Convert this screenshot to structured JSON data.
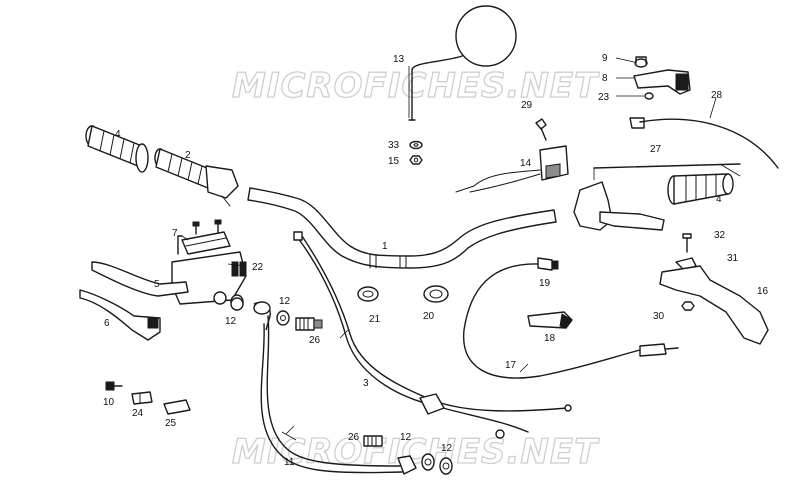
{
  "watermark": "MICROFICHES.NET",
  "callouts": [
    {
      "id": "c13",
      "text": "13"
    },
    {
      "id": "c33",
      "text": "33"
    },
    {
      "id": "c15",
      "text": "15"
    },
    {
      "id": "c9",
      "text": "9"
    },
    {
      "id": "c8",
      "text": "8"
    },
    {
      "id": "c23",
      "text": "23"
    },
    {
      "id": "c28",
      "text": "28"
    },
    {
      "id": "c29",
      "text": "29"
    },
    {
      "id": "c14",
      "text": "14"
    },
    {
      "id": "c4a",
      "text": "4"
    },
    {
      "id": "c2",
      "text": "2"
    },
    {
      "id": "c27",
      "text": "27"
    },
    {
      "id": "c4b",
      "text": "4"
    },
    {
      "id": "c7",
      "text": "7"
    },
    {
      "id": "c1",
      "text": "1"
    },
    {
      "id": "c22",
      "text": "22"
    },
    {
      "id": "c5",
      "text": "5"
    },
    {
      "id": "c6",
      "text": "6"
    },
    {
      "id": "c12a",
      "text": "12"
    },
    {
      "id": "c12b",
      "text": "12"
    },
    {
      "id": "c26a",
      "text": "26"
    },
    {
      "id": "c21",
      "text": "21"
    },
    {
      "id": "c20",
      "text": "20"
    },
    {
      "id": "c19",
      "text": "19"
    },
    {
      "id": "c32",
      "text": "32"
    },
    {
      "id": "c31",
      "text": "31"
    },
    {
      "id": "c16",
      "text": "16"
    },
    {
      "id": "c30",
      "text": "30"
    },
    {
      "id": "c18",
      "text": "18"
    },
    {
      "id": "c17",
      "text": "17"
    },
    {
      "id": "c3",
      "text": "3"
    },
    {
      "id": "c10",
      "text": "10"
    },
    {
      "id": "c24",
      "text": "24"
    },
    {
      "id": "c25",
      "text": "25"
    },
    {
      "id": "c11",
      "text": "11"
    },
    {
      "id": "c26b",
      "text": "26"
    },
    {
      "id": "c12c",
      "text": "12"
    },
    {
      "id": "c12d",
      "text": "12"
    }
  ]
}
